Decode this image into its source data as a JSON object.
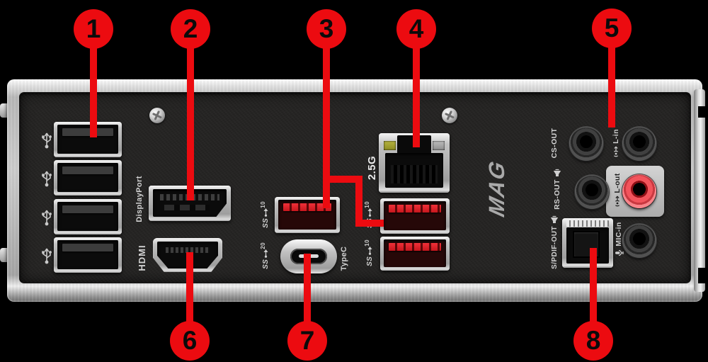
{
  "colors": {
    "accent_red": "#ec0b10",
    "usb_tongue_red": "#e3232b",
    "line_out_red": "#f2545c",
    "panel_dark": "#232221",
    "metal_silver": "#c6c6c6",
    "label_gray": "#d2d2d2"
  },
  "callouts": [
    "1",
    "2",
    "3",
    "4",
    "5",
    "6",
    "7",
    "8"
  ],
  "port_labels": {
    "displayport": "DisplayPort",
    "hdmi": "HDMI",
    "ethernet_speed": "2.5G",
    "typec": "TypeC",
    "superspeed": "SS",
    "speed_10": "10",
    "speed_20": "20",
    "brand": "MAG"
  },
  "audio_labels": {
    "cs_out": "CS-OUT",
    "l_in": "L-in",
    "rs_out": "RS-OUT",
    "l_out": "L-out",
    "spdif_out": "S/PDIF-OUT",
    "mic_in": "MIC-in"
  }
}
